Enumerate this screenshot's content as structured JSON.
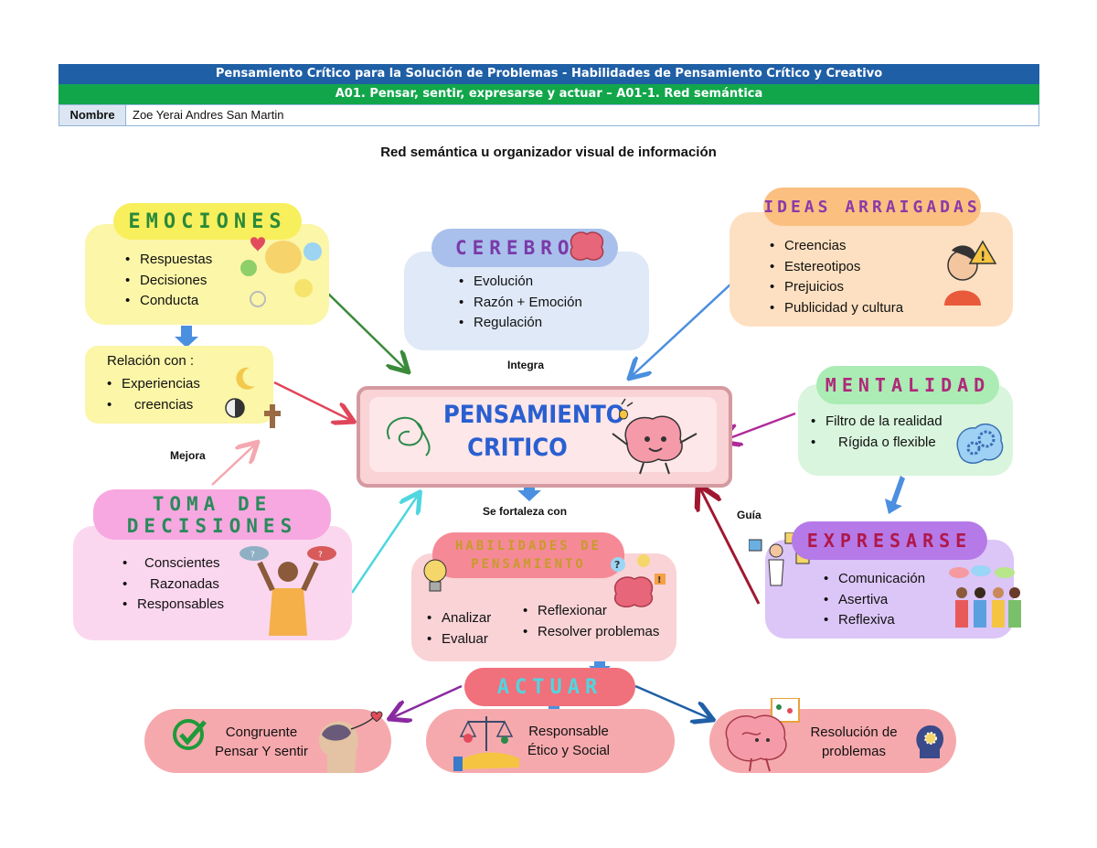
{
  "header": {
    "course": "Pensamiento Crítico para la Solución de Problemas - Habilidades de Pensamiento Crítico y Creativo",
    "activity": "A01. Pensar, sentir, expresarse y actuar – A01-1. Red semántica",
    "name_label": "Nombre",
    "name_value": "Zoe Yerai Andres San Martin"
  },
  "subtitle": "Red semántica u organizador visual de información",
  "center": {
    "line1": "PENSAMIENTO",
    "line2": "CRITICO"
  },
  "emociones": {
    "title": "EMOCIONES",
    "items": [
      "Respuestas",
      "Decisiones",
      "Conducta"
    ]
  },
  "relacion": {
    "title": "Relación con :",
    "items": [
      "Experiencias",
      "creencias"
    ]
  },
  "toma": {
    "title1": "TOMA DE",
    "title2": "DECISIONES",
    "items": [
      "Conscientes",
      "Razonadas",
      "Responsables"
    ]
  },
  "cerebro": {
    "title": "CEREBRO",
    "items": [
      "Evolución",
      "Razón + Emoción",
      "Regulación"
    ]
  },
  "ideas": {
    "title": "IDEAS ARRAIGADAS",
    "items": [
      "Creencias",
      "Estereotipos",
      "Prejuicios",
      "Publicidad y cultura"
    ]
  },
  "mentalidad": {
    "title": "MENTALIDAD",
    "items": [
      "Filtro de la realidad",
      "Rígida o flexible"
    ]
  },
  "expresarse": {
    "title": "EXPRESARSE",
    "items": [
      "Comunicación",
      "Asertiva",
      "Reflexiva"
    ]
  },
  "habilidades": {
    "title1": "HABILIDADES DE",
    "title2": "PENSAMIENTO",
    "col1": [
      "Analizar",
      "Evaluar"
    ],
    "col2": [
      "Reflexionar",
      "Resolver problemas"
    ]
  },
  "actuar": {
    "title": "ACTUAR"
  },
  "outcomes": [
    {
      "line1": "Congruente",
      "line2": "Pensar Y sentir"
    },
    {
      "line1": "Responsable",
      "line2": "Ético y Social"
    },
    {
      "line1": "Resolución de",
      "line2": "problemas"
    }
  ],
  "labels": {
    "integra": "Integra",
    "mejora": "Mejora",
    "fortaleza": "Se fortaleza con",
    "guia": "Guía"
  },
  "icons": [
    "check-icon",
    "brain-icon",
    "heart-icon",
    "scale-icon",
    "gears-icon",
    "warning-icon",
    "question-icon",
    "lightbulb-icon",
    "moon-icon",
    "cross-icon",
    "smiley-icon"
  ],
  "colors": {
    "header_blue": "#1f5fa6",
    "header_green": "#12a64b",
    "emociones": "#fbf6a8",
    "cerebro": "#dfe9f7",
    "ideas": "#fde0c1",
    "mentalidad": "#d9f5dd",
    "expresarse": "#dcc5f7",
    "toma": "#fbd7ef",
    "habilidades": "#f9d3d6",
    "actuar": "#f28b94",
    "outcomes": "#f6a9ad"
  }
}
